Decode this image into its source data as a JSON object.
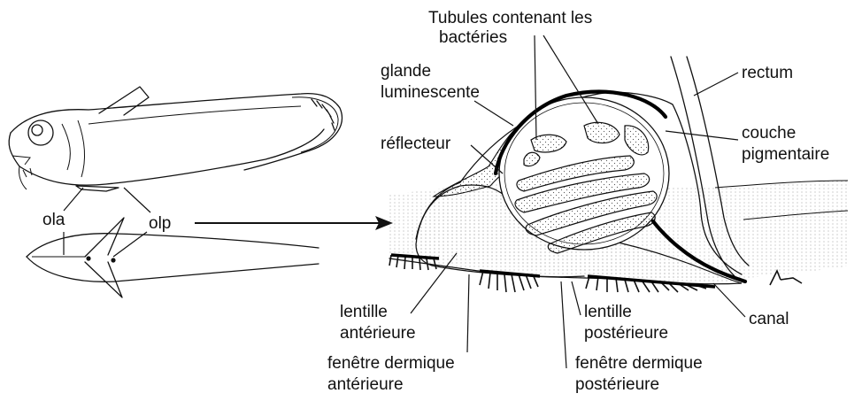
{
  "labels": {
    "ola": "ola",
    "olp": "olp",
    "tubules_line1": "Tubules contenant les",
    "tubules_line2": "bactéries",
    "glande_line1": "glande",
    "glande_line2": "luminescente",
    "reflecteur": "réflecteur",
    "rectum": "rectum",
    "couche_line1": "couche",
    "couche_line2": "pigmentaire",
    "lentille_ant_line1": "lentille",
    "lentille_ant_line2": "antérieure",
    "lentille_post_line1": "lentille",
    "lentille_post_line2": "postérieure",
    "canal": "canal",
    "fenetre_ant_line1": "fenêtre dermique",
    "fenetre_ant_line2": "antérieure",
    "fenetre_post_line1": "fenêtre dermique",
    "fenetre_post_line2": "postérieure"
  }
}
